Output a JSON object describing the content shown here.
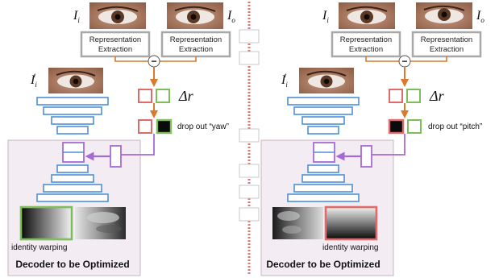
{
  "panels": [
    {
      "id": "yaw",
      "input_label": "I",
      "input_sub": "i",
      "output_label": "I",
      "output_sub": "o",
      "warped_label": "I",
      "warped_sub": "i",
      "warped_sup": "t",
      "extract_left_line1": "Representation",
      "extract_left_line2": "Extraction",
      "extract_right_line1": "Representation",
      "extract_right_line2": "Extraction",
      "diff_operator": "−",
      "delta_label": "Δr",
      "dropout_text": "drop out “yaw”",
      "dropped_code": "yaw",
      "identity_text": "identity warping",
      "decoder_title": "Decoder to be Optimized"
    },
    {
      "id": "pitch",
      "input_label": "I",
      "input_sub": "i",
      "output_label": "I",
      "output_sub": "o",
      "warped_label": "I",
      "warped_sub": "i",
      "warped_sup": "t",
      "extract_left_line1": "Representation",
      "extract_left_line2": "Extraction",
      "extract_right_line1": "Representation",
      "extract_right_line2": "Extraction",
      "diff_operator": "−",
      "delta_label": "Δr",
      "dropout_text": "drop out “pitch”",
      "dropped_code": "pitch",
      "identity_text": "identity warping",
      "decoder_title": "Decoder to be Optimized"
    }
  ],
  "colors": {
    "yaw_code": "#7dbd5a",
    "pitch_code": "#e06a6a",
    "arrow_orange": "#d9792b",
    "arrow_purple": "#a66bd3",
    "decoder_layer": "#4f8fd6",
    "decoder_bg": "#f4ecf3",
    "extract_border": "#a8a8a8",
    "separator": "#e07a7a"
  }
}
